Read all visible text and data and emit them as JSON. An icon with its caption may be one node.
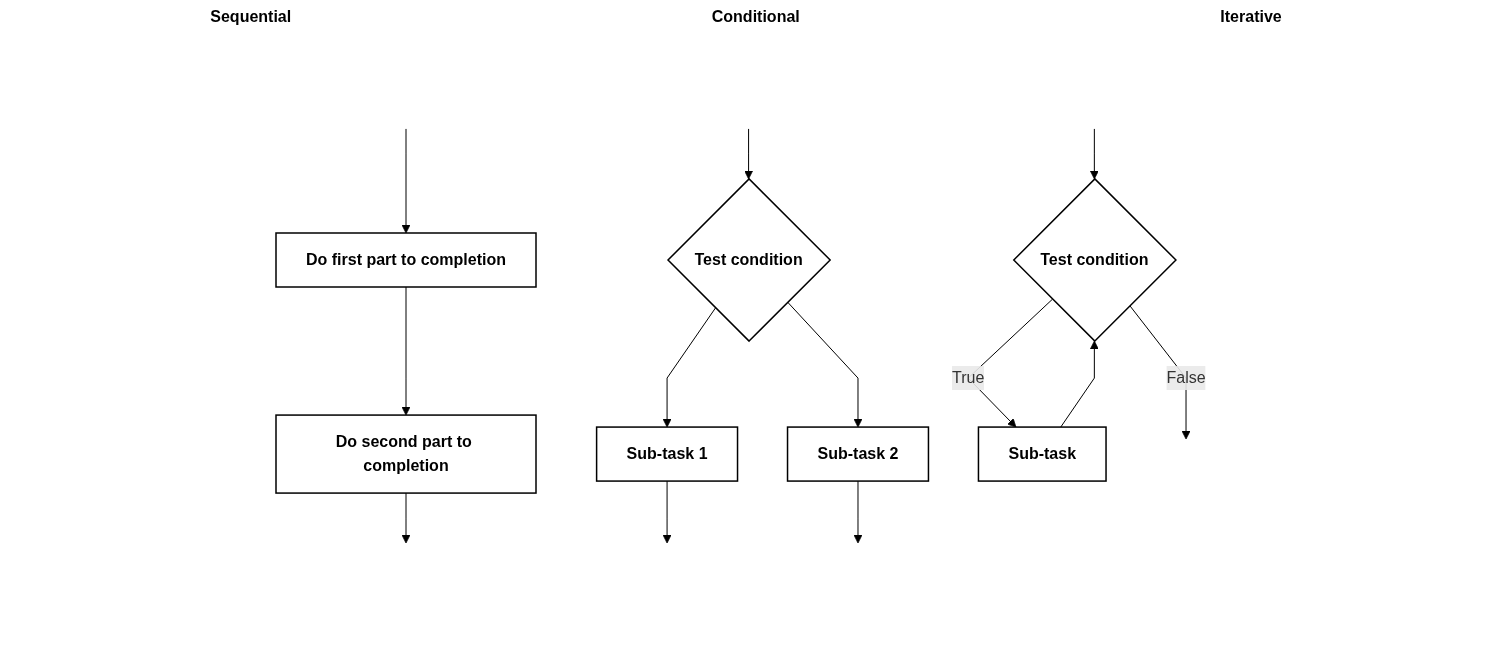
{
  "diagram": {
    "nodes": [
      {
        "text": [
          "Do first part to completion"
        ]
      },
      {
        "text": [
          "Do second part to completion"
        ]
      },
      {
        "text": [
          "Test condition"
        ]
      },
      {
        "text": [
          "Sub-task 1"
        ]
      },
      {
        "text": [
          "Sub-task 2"
        ]
      },
      {
        "text": [
          "Test condition"
        ]
      },
      {
        "text": [
          "Sub-task"
        ]
      }
    ],
    "edges": [
      {
        "from": null,
        "to": 0,
        "arrow": "to"
      },
      {
        "from": 0,
        "to": 1,
        "arrow": "to"
      },
      {
        "from": 1,
        "to": null,
        "arrow": "to"
      },
      {
        "from": null,
        "to": 2,
        "arrow": "to"
      },
      {
        "from": 2,
        "to": 3,
        "arrow": "to"
      },
      {
        "from": 2,
        "to": 4,
        "arrow": "to"
      },
      {
        "from": 3,
        "to": null,
        "arrow": "to"
      },
      {
        "from": 4,
        "to": null,
        "arrow": "to"
      },
      {
        "from": null,
        "to": 5,
        "arrow": "to"
      },
      {
        "from": 5,
        "to": 6,
        "label": "True",
        "arrow": "to"
      },
      {
        "from": 6,
        "to": 5,
        "arrow": "to"
      },
      {
        "from": 5,
        "to": null,
        "label": "False",
        "arrow": "to"
      }
    ],
    "labels": [
      "Sequential",
      "Conditional",
      "Iterative"
    ]
  }
}
